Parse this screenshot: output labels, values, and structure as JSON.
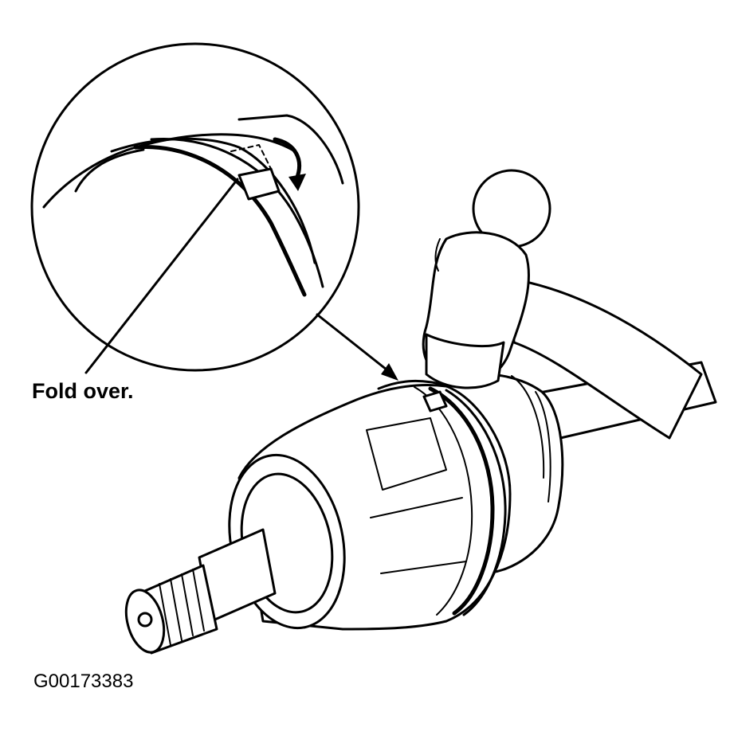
{
  "callout": {
    "text": "Fold over."
  },
  "figure_id": "G00173383",
  "icons": {
    "detail": "magnified-clamp-detail",
    "hammer": "hammer-icon",
    "joint": "cv-joint-assembly"
  }
}
